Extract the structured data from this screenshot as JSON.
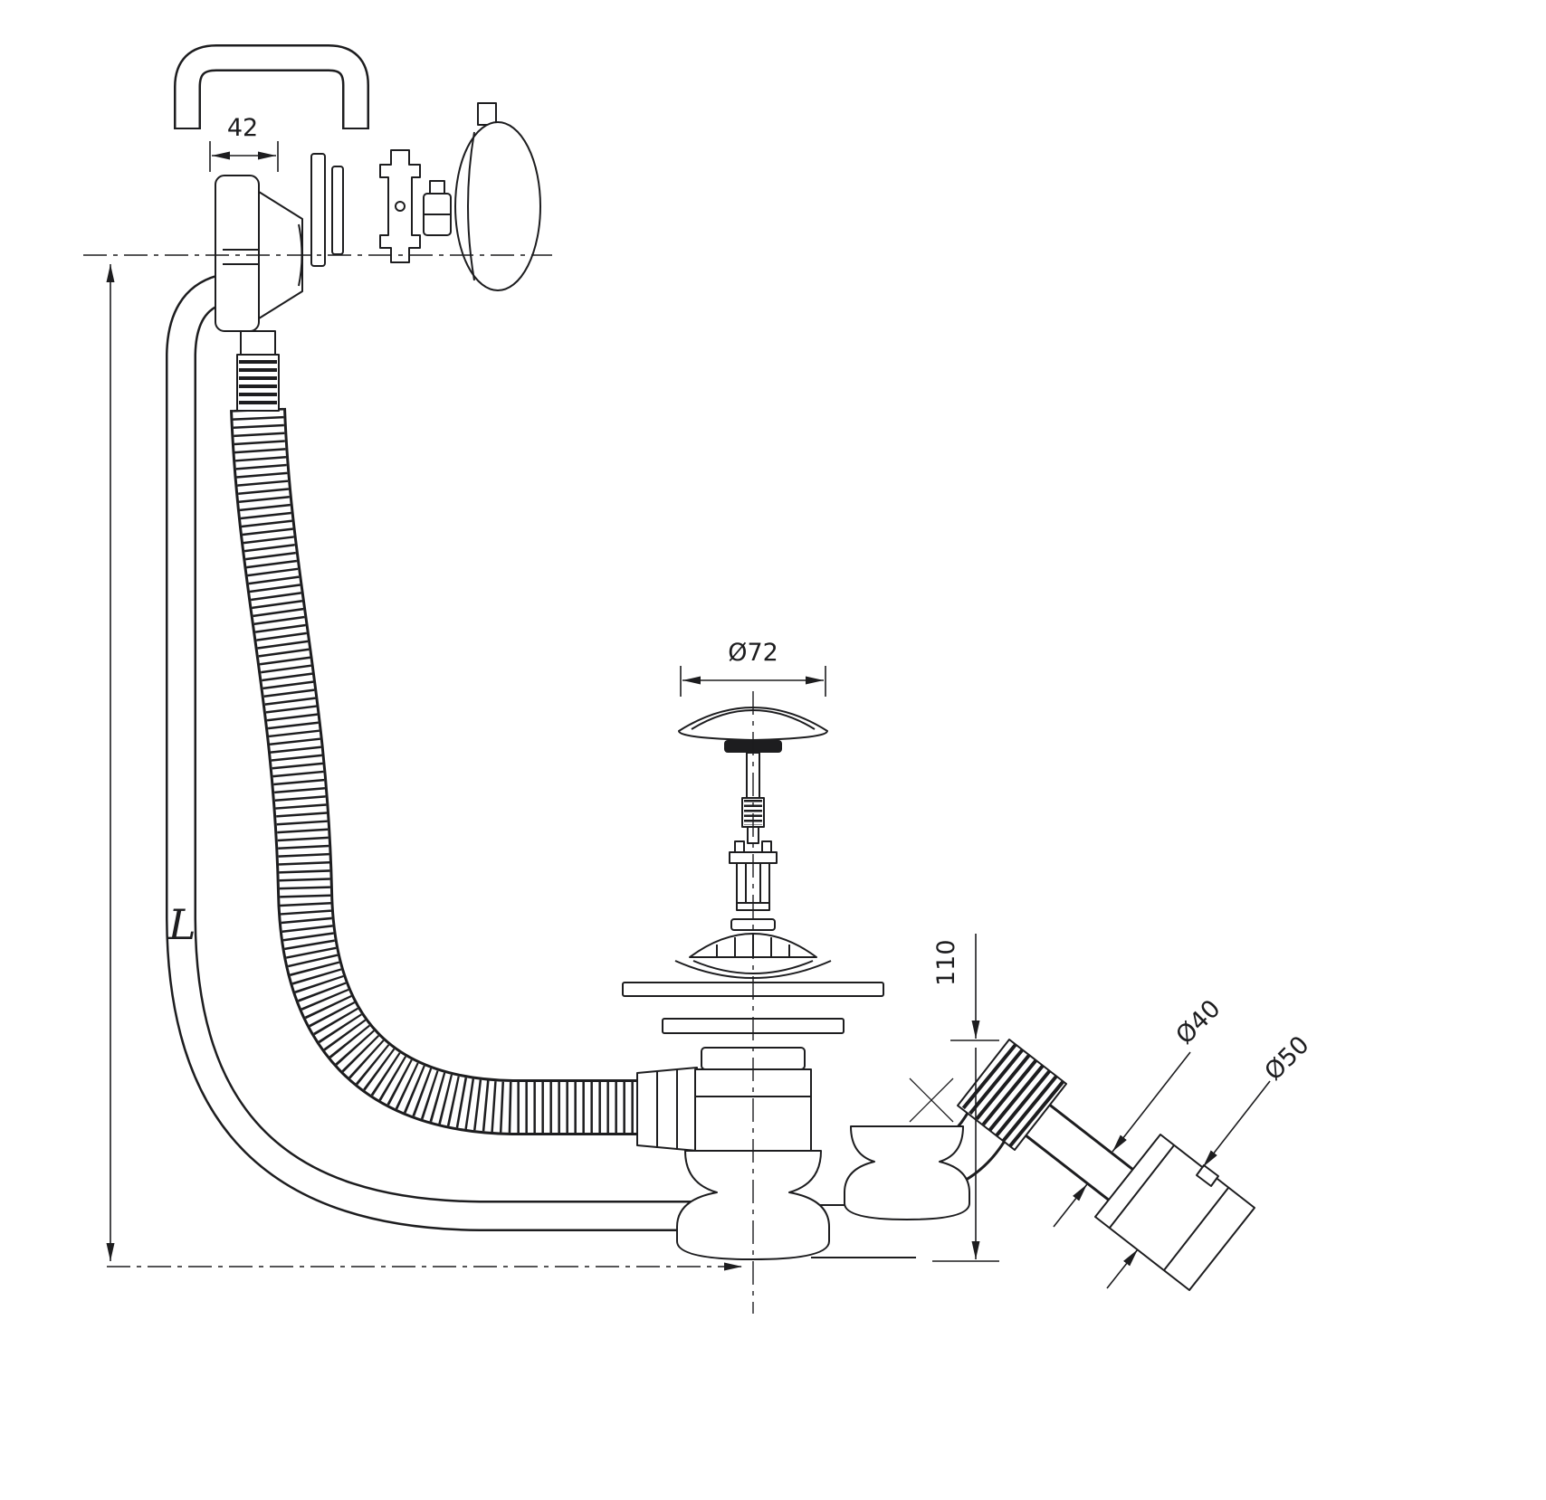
{
  "drawing": {
    "labels": {
      "overflow_width": "42",
      "length": "L",
      "plug_diameter": "Ø72",
      "trap_height": "110",
      "outlet_small": "Ø40",
      "outlet_large": "Ø50"
    },
    "colors": {
      "line": "#1d1d1f",
      "background": "#ffffff",
      "seal_fill": "#1d1d1f"
    }
  }
}
